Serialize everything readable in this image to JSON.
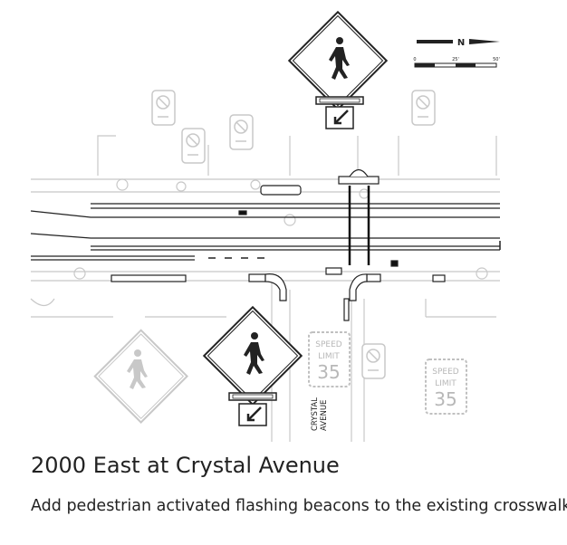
{
  "title": "2000 East at Crystal Avenue",
  "description": "Add pedestrian activated flashing beacons to the existing crosswalk",
  "diagram": {
    "street_label_line1": "CRYSTAL",
    "street_label_line2": "AVENUE",
    "north_arrow_label": "N",
    "scale_labels": [
      "0",
      "25'",
      "50'"
    ],
    "speed_sign_text": [
      "SPEED",
      "LIMIT",
      "35"
    ],
    "sign_icons": [
      "pedestrian-crossing-sign",
      "no-u-turn-sign",
      "speed-limit-sign",
      "diagonal-arrow-plaque"
    ]
  }
}
